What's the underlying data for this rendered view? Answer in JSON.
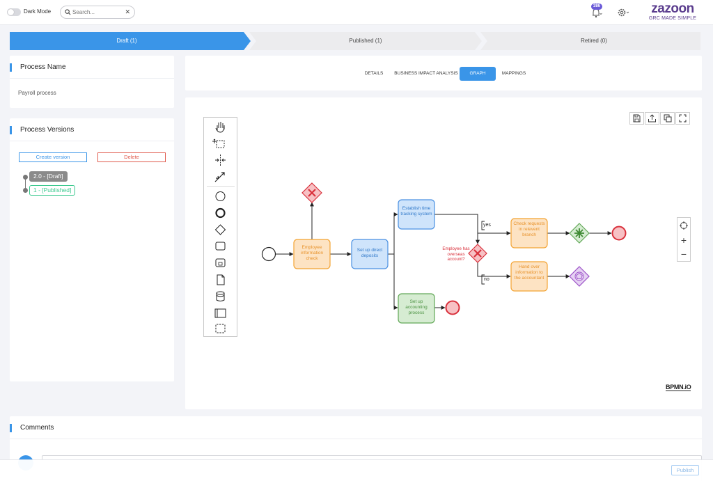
{
  "header": {
    "dark_mode_label": "Dark Mode",
    "search_placeholder": "Search...",
    "notification_count": "386",
    "logo_name": "zazoon",
    "logo_tagline": "GRC MADE SIMPLE",
    "brand_color": "#5b3d8e"
  },
  "stepper": {
    "steps": [
      {
        "label": "Draft (1)",
        "active": true
      },
      {
        "label": "Published (1)",
        "active": false
      },
      {
        "label": "Retired (0)",
        "active": false
      }
    ],
    "active_color": "#3a95e8"
  },
  "process_name": {
    "title": "Process Name",
    "value": "Payroll process"
  },
  "process_versions": {
    "title": "Process Versions",
    "create_label": "Create version",
    "delete_label": "Delete",
    "versions": [
      {
        "label": "2.0 - [Draft]"
      },
      {
        "label": "1 - [Published]"
      }
    ]
  },
  "tabs": [
    {
      "label": "DETAILS",
      "active": false
    },
    {
      "label": "BUSINESS IMPACT ANALYSIS",
      "active": false
    },
    {
      "label": "GRAPH",
      "active": true
    },
    {
      "label": "MAPPINGS",
      "active": false
    }
  ],
  "diagram": {
    "nodes": {
      "employee_check": "Employee information check",
      "direct_deposits": "Set up direct deposits",
      "time_tracking": "Establish time tracking system",
      "accounting": "Set up accounting process",
      "check_requests": "Check requests in relevent branch",
      "hand_over": "Hand over information to the accountant",
      "gateway_question": "Employee has overseas account?",
      "yes_label": "yes",
      "no_label": "no"
    },
    "watermark": "BPMN.iO"
  },
  "comments": {
    "title": "Comments"
  },
  "footer": {
    "publish_label": "Publish"
  }
}
